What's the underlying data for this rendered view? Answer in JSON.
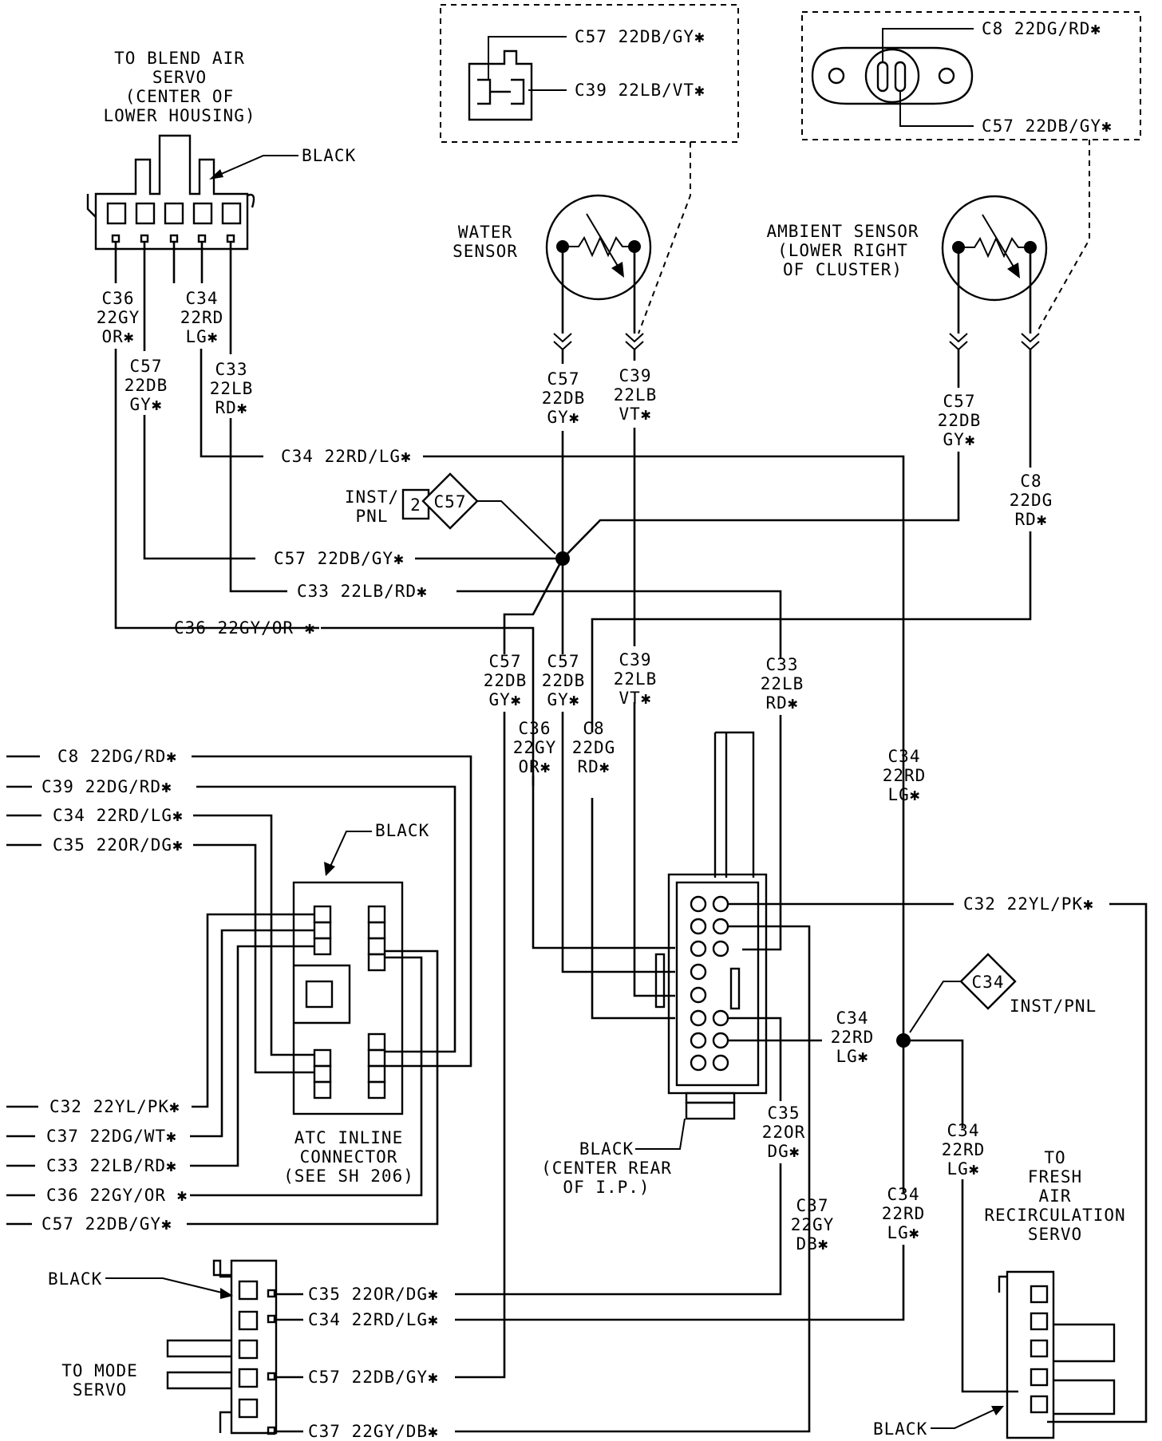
{
  "components": {
    "blend_air": {
      "title1": "TO BLEND AIR",
      "title2": "SERVO",
      "title3": "(CENTER OF",
      "title4": "LOWER HOUSING)",
      "color": "BLACK"
    },
    "water_sensor": {
      "label1": "WATER",
      "label2": "SENSOR"
    },
    "ambient_sensor": {
      "label1": "AMBIENT SENSOR",
      "label2": "(LOWER RIGHT",
      "label3": "OF CLUSTER)"
    },
    "atc_connector": {
      "label1": "ATC INLINE",
      "label2": "CONNECTOR",
      "label3": "(SEE SH 206)",
      "color": "BLACK"
    },
    "center_connector": {
      "color1": "BLACK",
      "color2": "(CENTER REAR",
      "color3": "OF I.P.)"
    },
    "splice_c57": {
      "label1": "INST/",
      "label2": "PNL",
      "num": "2",
      "code": "C57"
    },
    "splice_c34": {
      "code": "C34",
      "label": "INST/PNL"
    },
    "mode_servo": {
      "label1": "TO MODE",
      "label2": "SERVO",
      "color": "BLACK"
    },
    "fresh_air": {
      "label1": "TO",
      "label2": "FRESH",
      "label3": "AIR",
      "label4": "RECIRCULATION",
      "label5": "SERVO",
      "color": "BLACK"
    }
  },
  "insets": {
    "water": {
      "pin1": "C57 22DB/GY✱",
      "pin2": "C39 22LB/VT✱"
    },
    "ambient": {
      "pin1": "C8 22DG/RD✱",
      "pin2": "C57 22DB/GY✱"
    }
  },
  "wire_labels": {
    "blend_c36": {
      "l1": "C36",
      "l2": "22GY",
      "l3": "OR✱"
    },
    "blend_c34": {
      "l1": "C34",
      "l2": "22RD",
      "l3": "LG✱"
    },
    "blend_c57": {
      "l1": "C57",
      "l2": "22DB",
      "l3": "GY✱"
    },
    "blend_c33": {
      "l1": "C33",
      "l2": "22LB",
      "l3": "RD✱"
    },
    "water_c57": {
      "l1": "C57",
      "l2": "22DB",
      "l3": "GY✱"
    },
    "water_c39": {
      "l1": "C39",
      "l2": "22LB",
      "l3": "VT✱"
    },
    "amb_c57": {
      "l1": "C57",
      "l2": "22DB",
      "l3": "GY✱"
    },
    "amb_c8": {
      "l1": "C8",
      "l2": "22DG",
      "l3": "RD✱"
    },
    "h_c34": "C34 22RD/LG✱",
    "h_c57": "C57 22DB/GY✱",
    "h_c33": "C33 22LB/RD✱",
    "h_c36": "C36 22GY/OR ✱",
    "mid_c57a": {
      "l1": "C57",
      "l2": "22DB",
      "l3": "GY✱"
    },
    "mid_c57b": {
      "l1": "C57",
      "l2": "22DB",
      "l3": "GY✱"
    },
    "mid_c39": {
      "l1": "C39",
      "l2": "22LB",
      "l3": "VT✱"
    },
    "mid_c33": {
      "l1": "C33",
      "l2": "22LB",
      "l3": "RD✱"
    },
    "mid_c36": {
      "l1": "C36",
      "l2": "22GY",
      "l3": "OR✱"
    },
    "mid_c8": {
      "l1": "C8",
      "l2": "22DG",
      "l3": "RD✱"
    },
    "right_c34a": {
      "l1": "C34",
      "l2": "22RD",
      "l3": "LG✱"
    },
    "right_c34b": {
      "l1": "C34",
      "l2": "22RD",
      "l3": "LG✱"
    },
    "right_c34c": {
      "l1": "C34",
      "l2": "22RD",
      "l3": "LG✱"
    },
    "right_c34d": {
      "l1": "C34",
      "l2": "22RD",
      "l3": "LG✱"
    },
    "c35_vert": {
      "l1": "C35",
      "l2": "22OR",
      "l3": "DG✱"
    },
    "c37_vert": {
      "l1": "C37",
      "l2": "22GY",
      "l3": "DB✱"
    },
    "c32_right": "C32 22YL/PK✱",
    "left": [
      "C8 22DG/RD✱",
      "C39 22DG/RD✱",
      "C34 22RD/LG✱",
      "C35 22OR/DG✱",
      "C32 22YL/PK✱",
      "C37 22DG/WT✱",
      "C33 22LB/RD✱",
      "C36 22GY/OR ✱",
      "C57 22DB/GY✱"
    ],
    "mode": [
      "C35 22OR/DG✱",
      "C34 22RD/LG✱",
      "C57 22DB/GY✱",
      "C37 22GY/DB✱"
    ]
  }
}
